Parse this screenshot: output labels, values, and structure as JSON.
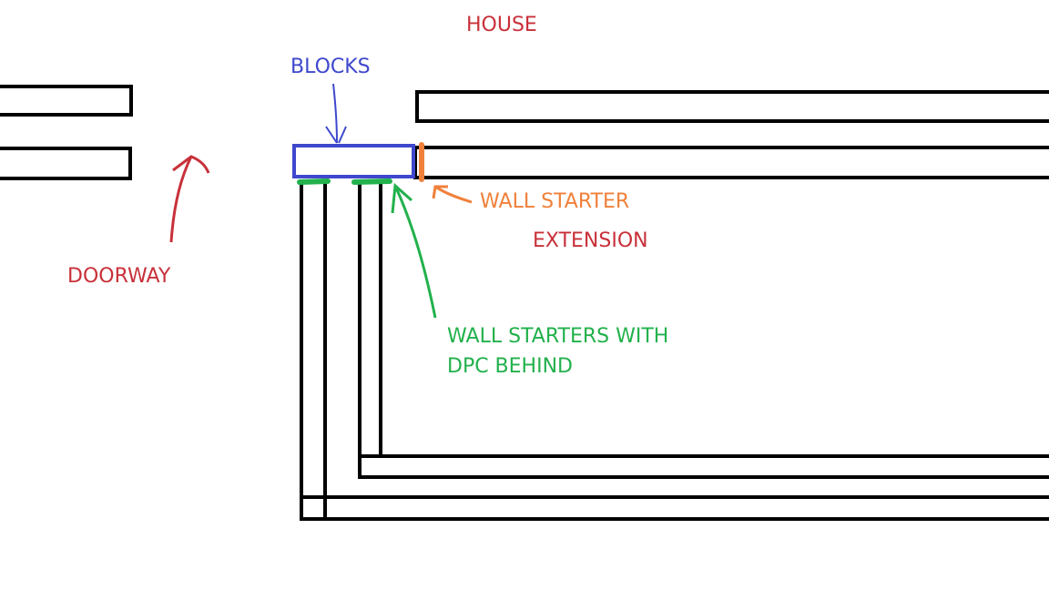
{
  "labels": {
    "house": "HOUSE",
    "blocks": "BLOCKS",
    "doorway": "DOORWAY",
    "wall_starter": "WALL STARTER",
    "extension": "EXTENSION",
    "wall_starters_line1": "WALL STARTERS WITH",
    "wall_starters_line2": "DPC BEHIND"
  },
  "colors": {
    "wall": "#000000",
    "house_label": "#c8313a",
    "blocks": "#3f48cc",
    "wall_starter": "#f0803a",
    "wall_starters_dpc": "#22b14c",
    "doorway": "#c8313a"
  }
}
